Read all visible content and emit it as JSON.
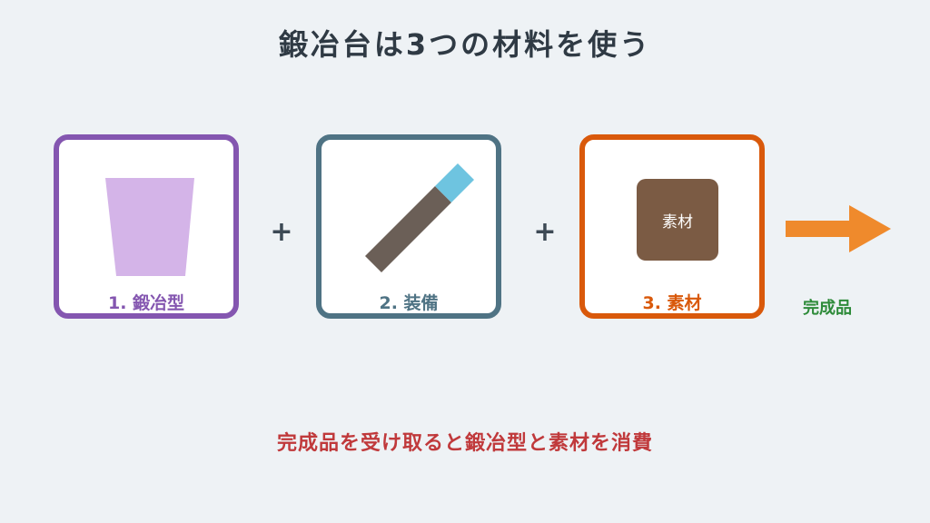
{
  "title": "鍛冶台は3つの材料を使う",
  "cards": [
    {
      "label": "1. 鍛冶型",
      "icon": "smithing-template-icon",
      "border_color": "#8456b0"
    },
    {
      "label": "2. 装備",
      "icon": "equipment-icon",
      "border_color": "#4f7384"
    },
    {
      "label": "3. 素材",
      "icon": "material-icon",
      "border_color": "#d9590b",
      "block_text": "素材"
    }
  ],
  "plus_signs": [
    "+",
    "+"
  ],
  "result": {
    "label": "完成品",
    "arrow_color": "#ef8a2c"
  },
  "caption": "完成品を受け取ると鍛冶型と素材を消費"
}
